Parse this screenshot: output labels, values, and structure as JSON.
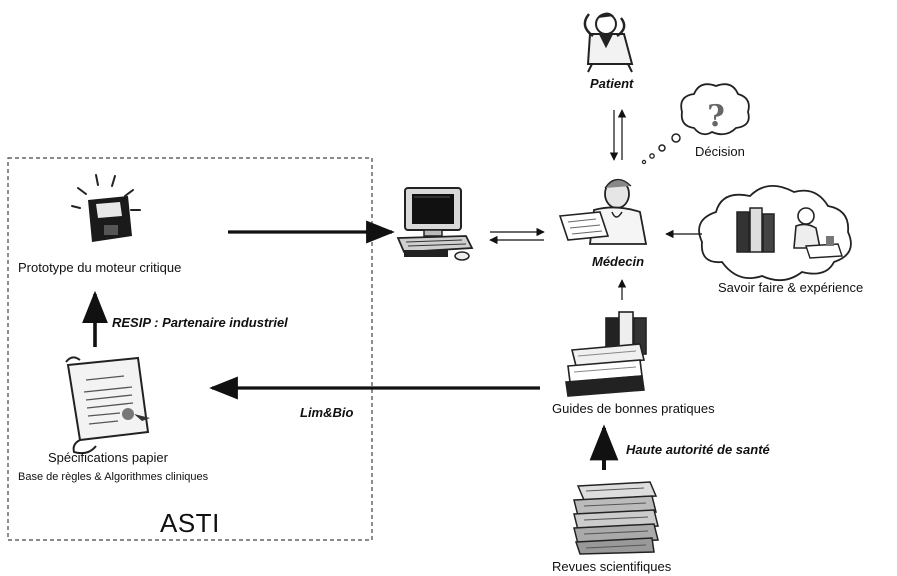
{
  "nodes": {
    "prototype": "Prototype du moteur critique",
    "specs": "Spécifications papier",
    "specs_sub": "Base de règles & Algorithmes cliniques",
    "asti": "ASTI",
    "patient": "Patient",
    "decision": "Décision",
    "medecin": "Médecin",
    "savoir": "Savoir faire & expérience",
    "guides": "Guides de bonnes pratiques",
    "revues": "Revues scientifiques"
  },
  "edges": {
    "resip": "RESIP : Partenaire industriel",
    "limbio": "Lim&Bio",
    "has": "Haute autorité de santé"
  },
  "icons": {
    "floppy": "floppy-disk-icon",
    "document": "document-scroll-icon",
    "computer": "computer-icon",
    "patient": "patient-person-icon",
    "doctor": "doctor-icon",
    "question": "question-cloud-icon",
    "books": "books-icon",
    "papers": "papers-stack-icon"
  }
}
